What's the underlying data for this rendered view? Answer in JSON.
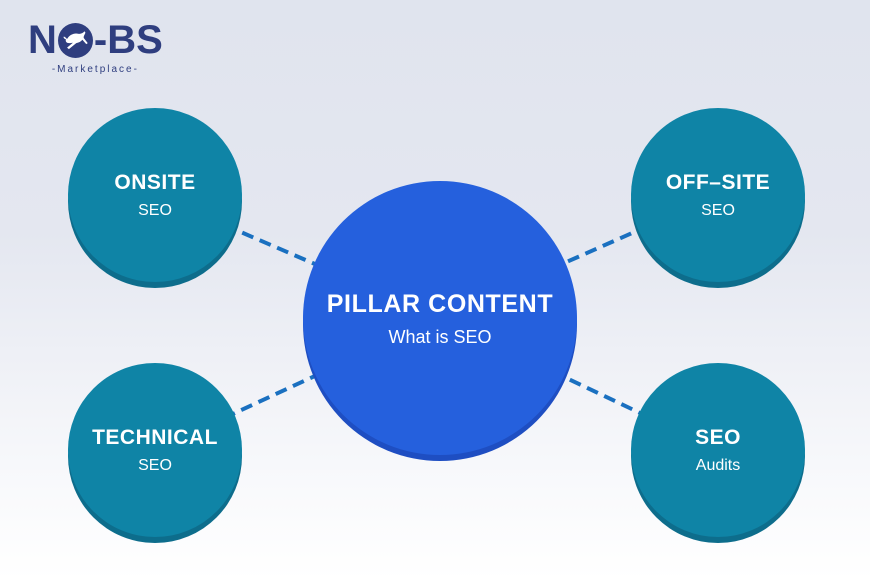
{
  "logo": {
    "name_prefix": "N",
    "name_suffix": "-BS",
    "tagline": "-Marketplace-",
    "icon": "bull-icon"
  },
  "center": {
    "title": "PILLAR CONTENT",
    "subtitle": "What is SEO"
  },
  "nodes": [
    {
      "id": "onsite-seo",
      "title": "ONSITE",
      "subtitle": "SEO",
      "position": "top-left"
    },
    {
      "id": "off-site-seo",
      "title": "OFF–SITE",
      "subtitle": "SEO",
      "position": "top-right"
    },
    {
      "id": "technical-seo",
      "title": "TECHNICAL",
      "subtitle": "SEO",
      "position": "bottom-left"
    },
    {
      "id": "seo-audits",
      "title": "SEO",
      "subtitle": "Audits",
      "position": "bottom-right"
    }
  ],
  "colors": {
    "background_top": "#e0e4ee",
    "background_bottom": "#ffffff",
    "node_teal": "#0f84a6",
    "node_teal_shadow": "#0d6d8c",
    "center_blue": "#2560dd",
    "center_blue_shadow": "#1e4ec2",
    "connector_blue": "#1a70c0",
    "logo_navy": "#2f3e7f",
    "text_white": "#ffffff"
  }
}
